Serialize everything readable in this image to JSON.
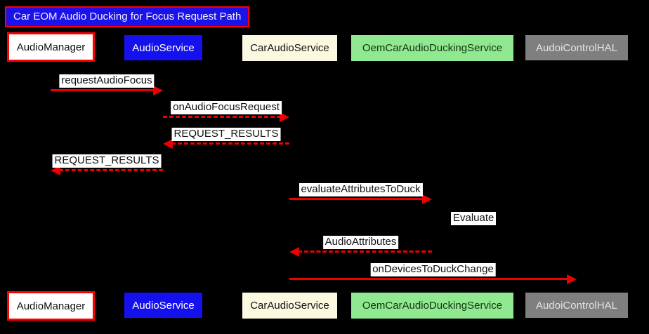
{
  "title": "Car EOM Audio Ducking for Focus Request Path",
  "colors": {
    "background": "#000000",
    "arrow": "#ef0000",
    "title_bg": "#1b12ea",
    "title_border": "#ff0000",
    "title_text": "#eef0ff",
    "message_label_bg": "#ffffff",
    "message_label_text": "#111111"
  },
  "participants": [
    {
      "name": "AudioManager",
      "bg": "#ffffff",
      "text": "#111111",
      "border": "#ff0000"
    },
    {
      "name": "AudioService",
      "bg": "#1511ee",
      "text": "#ffffff",
      "border": ""
    },
    {
      "name": "CarAudioService",
      "bg": "#fbf9e0",
      "text": "#111111",
      "border": ""
    },
    {
      "name": "OemCarAudioDuckingService",
      "bg": "#90e890",
      "text": "#113311",
      "border": ""
    },
    {
      "name": "AudoiControlHAL",
      "bg": "#7f7f7f",
      "text": "#e4e4e4",
      "border": ""
    }
  ],
  "messages": [
    {
      "label": "requestAudioFocus",
      "from": 0,
      "to": 1,
      "line": "solid"
    },
    {
      "label": "onAudioFocusRequest",
      "from": 1,
      "to": 2,
      "line": "dashed"
    },
    {
      "label": "REQUEST_RESULTS",
      "from": 2,
      "to": 1,
      "line": "dashed"
    },
    {
      "label": "REQUEST_RESULTS",
      "from": 1,
      "to": 0,
      "line": "dashed"
    },
    {
      "label": "evaluateAttributesToDuck",
      "from": 2,
      "to": 3,
      "line": "solid"
    },
    {
      "label": "Evaluate",
      "from": 3,
      "to": 3,
      "line": "self"
    },
    {
      "label": "AudioAttributes",
      "from": 3,
      "to": 2,
      "line": "dashed"
    },
    {
      "label": "onDevicesToDuckChange",
      "from": 2,
      "to": 4,
      "line": "solid"
    }
  ]
}
